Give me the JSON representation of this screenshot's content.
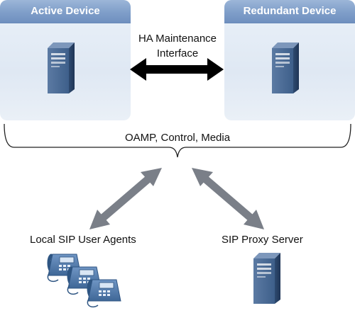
{
  "panels": {
    "active": {
      "title": "Active Device",
      "icon": "server-icon"
    },
    "redundant": {
      "title": "Redundant Device",
      "icon": "server-icon"
    }
  },
  "links": {
    "ha": {
      "label_line1": "HA Maintenance",
      "label_line2": "Interface"
    },
    "network": {
      "label": "OAMP, Control, Media"
    }
  },
  "endpoints": {
    "sip_user_agents": {
      "label": "Local SIP User Agents",
      "icon": "ip-phone-icon"
    },
    "proxy": {
      "label": "SIP Proxy Server",
      "icon": "server-icon"
    }
  },
  "colors": {
    "panel_header": "#7f9ec9",
    "panel_body": "#dfe8f3",
    "server_body": "#3b5b85",
    "arrow_gray": "#7a7f88",
    "arrow_black": "#000000"
  }
}
